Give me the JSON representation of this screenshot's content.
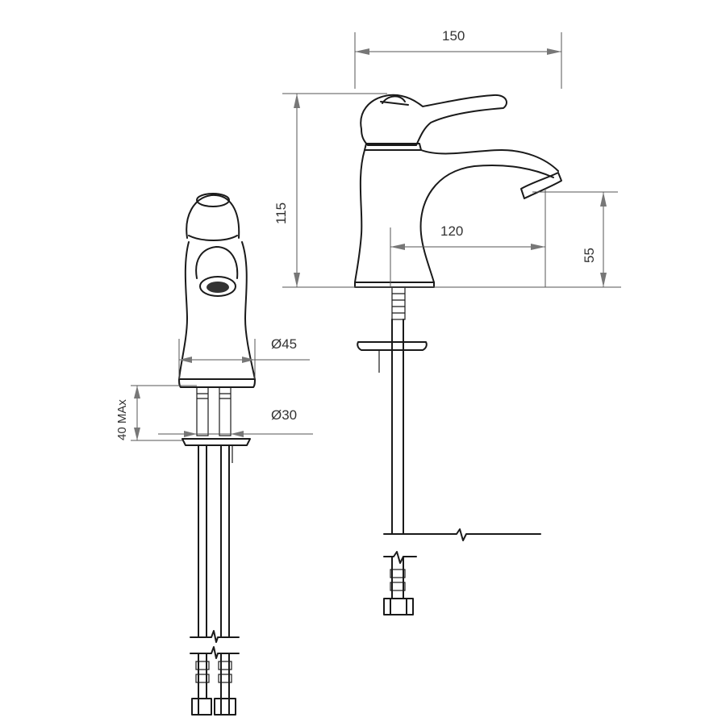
{
  "dimensions": {
    "width_total": "150",
    "height_total": "115",
    "spout_reach": "120",
    "spout_height": "55",
    "body_diameter": "Ø45",
    "hole_diameter": "Ø30",
    "deck_thickness": "40 MAx"
  }
}
